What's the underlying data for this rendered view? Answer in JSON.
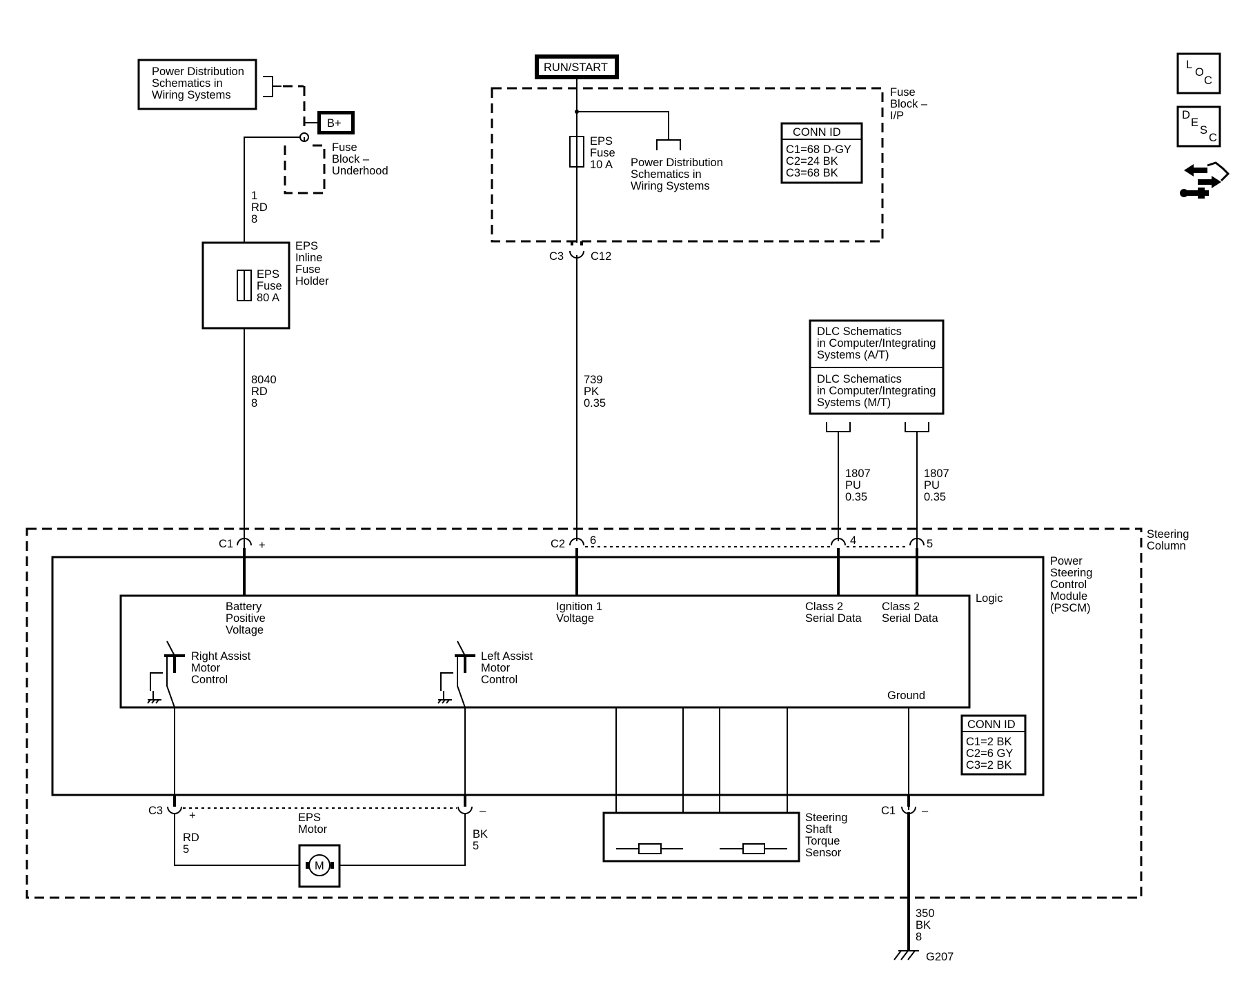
{
  "top_refs": {
    "power_dist_left": [
      "Power Distribution",
      "Schematics in",
      "Wiring Systems"
    ],
    "power_dist_center": [
      "Power Distribution",
      "Schematics in",
      "Wiring Systems"
    ],
    "b_plus": "B+",
    "run_start": "RUN/START"
  },
  "fuse_block_underhood": [
    "Fuse",
    "Block –",
    "Underhood"
  ],
  "fuse_block_ip": [
    "Fuse",
    "Block –",
    "I/P"
  ],
  "conn_id_ip": {
    "title": "CONN ID",
    "lines": [
      "C1=68 D-GY",
      "C2=24 BK",
      "C3=68 BK"
    ]
  },
  "eps_fuse_10": [
    "EPS",
    "Fuse",
    "10 A"
  ],
  "eps_inline_holder": [
    "EPS",
    "Inline",
    "Fuse",
    "Holder"
  ],
  "eps_fuse_80": [
    "EPS",
    "Fuse",
    "80 A"
  ],
  "wires": {
    "w1": [
      "1",
      "RD",
      "8"
    ],
    "w8040": [
      "8040",
      "RD",
      "8"
    ],
    "w739": [
      "739",
      "PK",
      "0.35"
    ],
    "w1807a": [
      "1807",
      "PU",
      "0.35"
    ],
    "w1807b": [
      "1807",
      "PU",
      "0.35"
    ],
    "w350": [
      "350",
      "BK",
      "8"
    ],
    "rd5": [
      "RD",
      "5"
    ],
    "bk5": [
      "BK",
      "5"
    ]
  },
  "connectors": {
    "c3_top": "C3",
    "c12_top": "C12",
    "c1_plus": "C1",
    "plus": "+",
    "c2": "C2",
    "pin6": "6",
    "pin4": "4",
    "pin5": "5",
    "c3_bottom": "C3",
    "c3_plus": "+",
    "c3_minus": "–",
    "c1_bottom": "C1",
    "c1_minus": "–"
  },
  "dlc": {
    "at": [
      "DLC Schematics",
      "in Computer/Integrating",
      "Systems (A/T)"
    ],
    "mt": [
      "DLC Schematics",
      "in Computer/Integrating",
      "Systems (M/T)"
    ]
  },
  "steering_column": [
    "Steering",
    "Column"
  ],
  "pscm": [
    "Power",
    "Steering",
    "Control",
    "Module",
    "(PSCM)"
  ],
  "logic": "Logic",
  "inputs": {
    "battery": [
      "Battery",
      "Positive",
      "Voltage"
    ],
    "ignition": [
      "Ignition 1",
      "Voltage"
    ],
    "class2a": [
      "Class 2",
      "Serial Data"
    ],
    "class2b": [
      "Class 2",
      "Serial Data"
    ]
  },
  "right_assist": [
    "Right Assist",
    "Motor",
    "Control"
  ],
  "left_assist": [
    "Left Assist",
    "Motor",
    "Control"
  ],
  "ground_label": "Ground",
  "conn_id_pscm": {
    "title": "CONN ID",
    "lines": [
      "C1=2 BK",
      "C2=6 GY",
      "C3=2 BK"
    ]
  },
  "eps_motor": [
    "EPS",
    "Motor"
  ],
  "motor_symbol": "M",
  "torque_sensor": [
    "Steering",
    "Shaft",
    "Torque",
    "Sensor"
  ],
  "ground_point": "G207",
  "side_icons": {
    "loc": [
      "L",
      "O",
      "C"
    ],
    "desc": [
      "D",
      "E",
      "S",
      "C"
    ]
  }
}
